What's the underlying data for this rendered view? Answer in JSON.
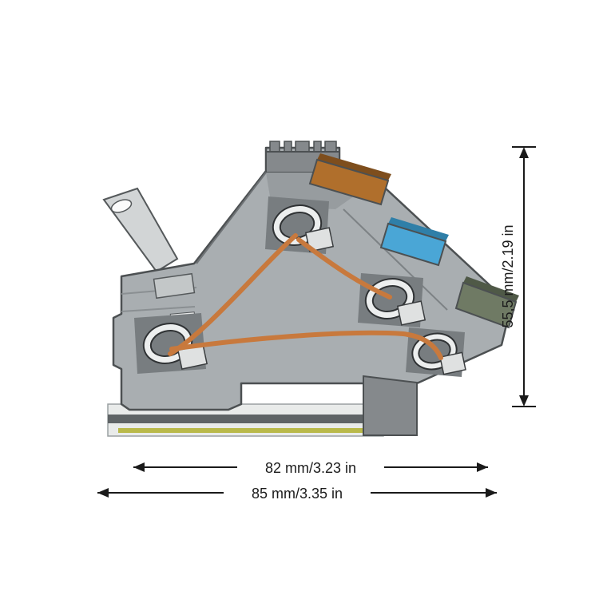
{
  "illustration": {
    "name": "din-rail-terminal-block",
    "colors": {
      "body": "#a9aeb1",
      "body_dark": "#85898c",
      "body_panel": "#979c9f",
      "body_shadow": "#6e7275",
      "outline": "#4c5052",
      "lever": "#d2d5d6",
      "copper_wire": "#c8793d",
      "clamp_orange": "#b06f2c",
      "clamp_orange_dark": "#7e4e1d",
      "clamp_blue": "#4aa6d6",
      "clamp_blue_dark": "#2f7fa8",
      "clamp_green": "#6f7a64",
      "clamp_green_dark": "#4f5947",
      "cavity": "#787d80",
      "spring_white": "#eceeee",
      "spring_edge": "#2f3234",
      "rail_light": "#e9ebea",
      "rail_groove": "#5f6466",
      "rail_stripe": "#b9b94a",
      "dimension_line": "#1a1a1a"
    }
  },
  "dimensions": {
    "height": {
      "label": "55,5 mm/2.19 in"
    },
    "width_inner": {
      "label": "82 mm/3.23 in"
    },
    "width_outer": {
      "label": "85 mm/3.35 in"
    }
  }
}
